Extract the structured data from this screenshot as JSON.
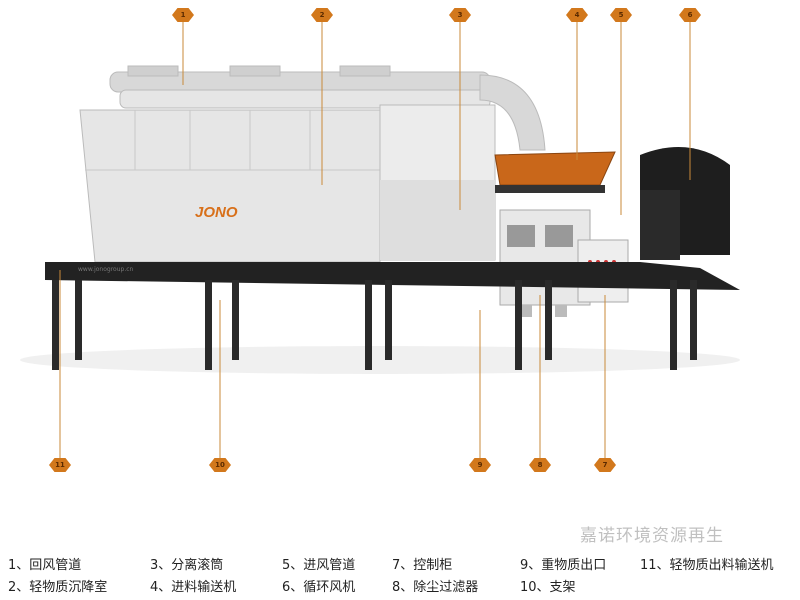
{
  "callouts": [
    "1",
    "2",
    "3",
    "4",
    "5",
    "6",
    "7",
    "8",
    "9",
    "10",
    "11"
  ],
  "machine": {
    "brand": "JONO",
    "site": "www.jonogroup.cn"
  },
  "legend": [
    "1、回风管道",
    "2、轻物质沉降室",
    "3、分离滚筒",
    "4、进料输送机",
    "5、进风管道",
    "6、循环风机",
    "7、控制柜",
    "8、除尘过滤器",
    "9、重物质出口",
    "10、支架",
    "11、轻物质出料输送机"
  ],
  "watermark": "嘉诺环境资源再生",
  "colors": {
    "callout": "#d2781c",
    "frame": "#222222",
    "body": "#e4e4e4",
    "conveyor": "#c9671a"
  }
}
